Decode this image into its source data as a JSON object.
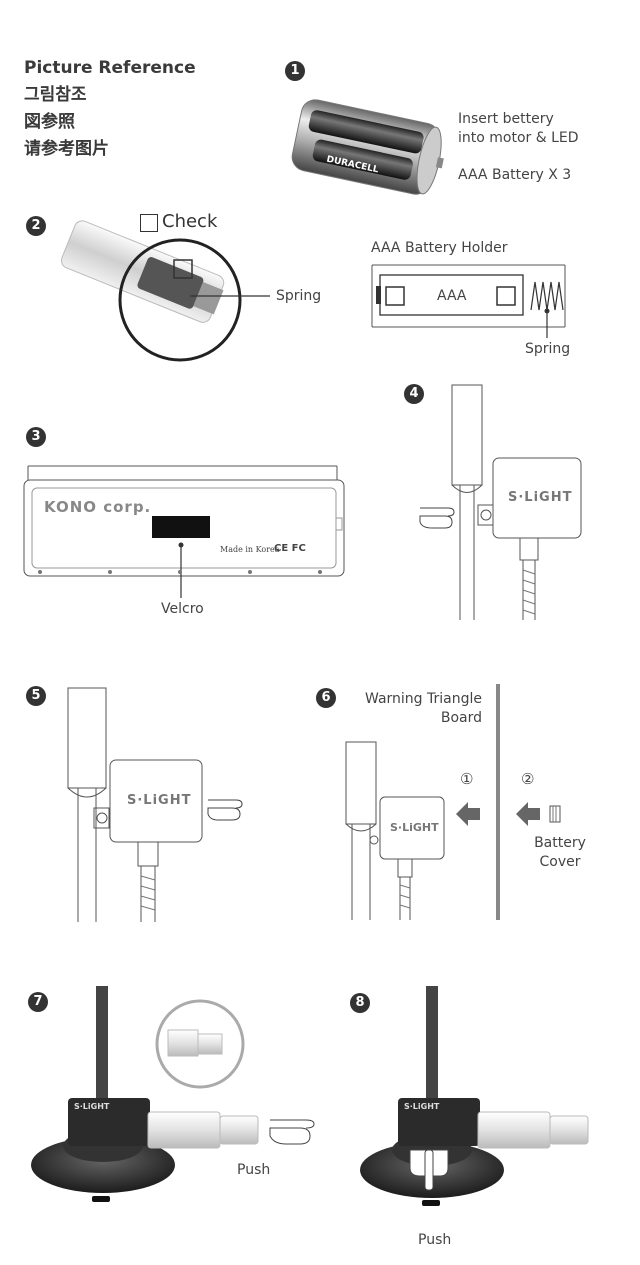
{
  "header": {
    "lines": [
      "Picture Reference",
      "그림참조",
      "図参照",
      "请参考图片"
    ]
  },
  "steps": {
    "s1": {
      "num": "1",
      "text1": "Insert bettery",
      "text2": "into motor & LED",
      "text3": "AAA Battery X 3",
      "battery_brand": "DURACELL"
    },
    "s2": {
      "num": "2",
      "check": "Check",
      "spring": "Spring",
      "holder_title": "AAA Battery Holder",
      "aaa": "AAA",
      "spring2": "Spring"
    },
    "s3": {
      "num": "3",
      "brand": "KONO corp.",
      "made": "Made in Korea",
      "cert": "CE FC",
      "velcro": "Velcro"
    },
    "s4": {
      "num": "4",
      "logo": "S·LiGHT"
    },
    "s5": {
      "num": "5",
      "logo": "S·LiGHT"
    },
    "s6": {
      "num": "6",
      "warn1": "Warning Triangle",
      "warn2": "Board",
      "c1": "①",
      "c2": "②",
      "cover1": "Battery",
      "cover2": "Cover",
      "logo": "S·LiGHT"
    },
    "s7": {
      "num": "7",
      "push": "Push",
      "logo": "S·LiGHT"
    },
    "s8": {
      "num": "8",
      "push": "Push",
      "logo": "S·LiGHT"
    }
  }
}
